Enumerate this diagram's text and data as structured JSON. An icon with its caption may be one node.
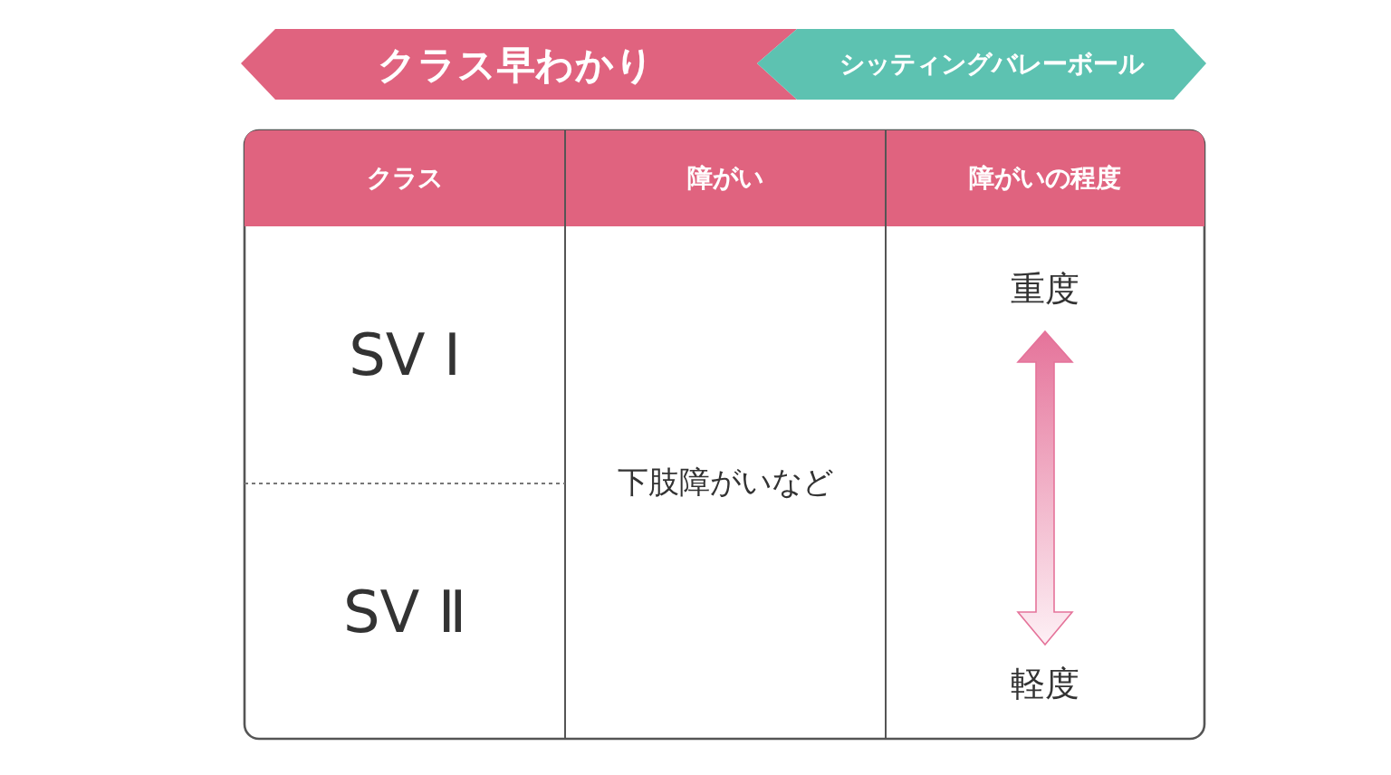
{
  "diagram": {
    "title": "クラス早わかり",
    "labels": [
      "シッティングバレーボール",
      "クラス",
      "障がい",
      "障がいの程度",
      "SV Ⅰ",
      "下肢障がいなど",
      "重度",
      "SV Ⅱ",
      "軽度"
    ]
  }
}
